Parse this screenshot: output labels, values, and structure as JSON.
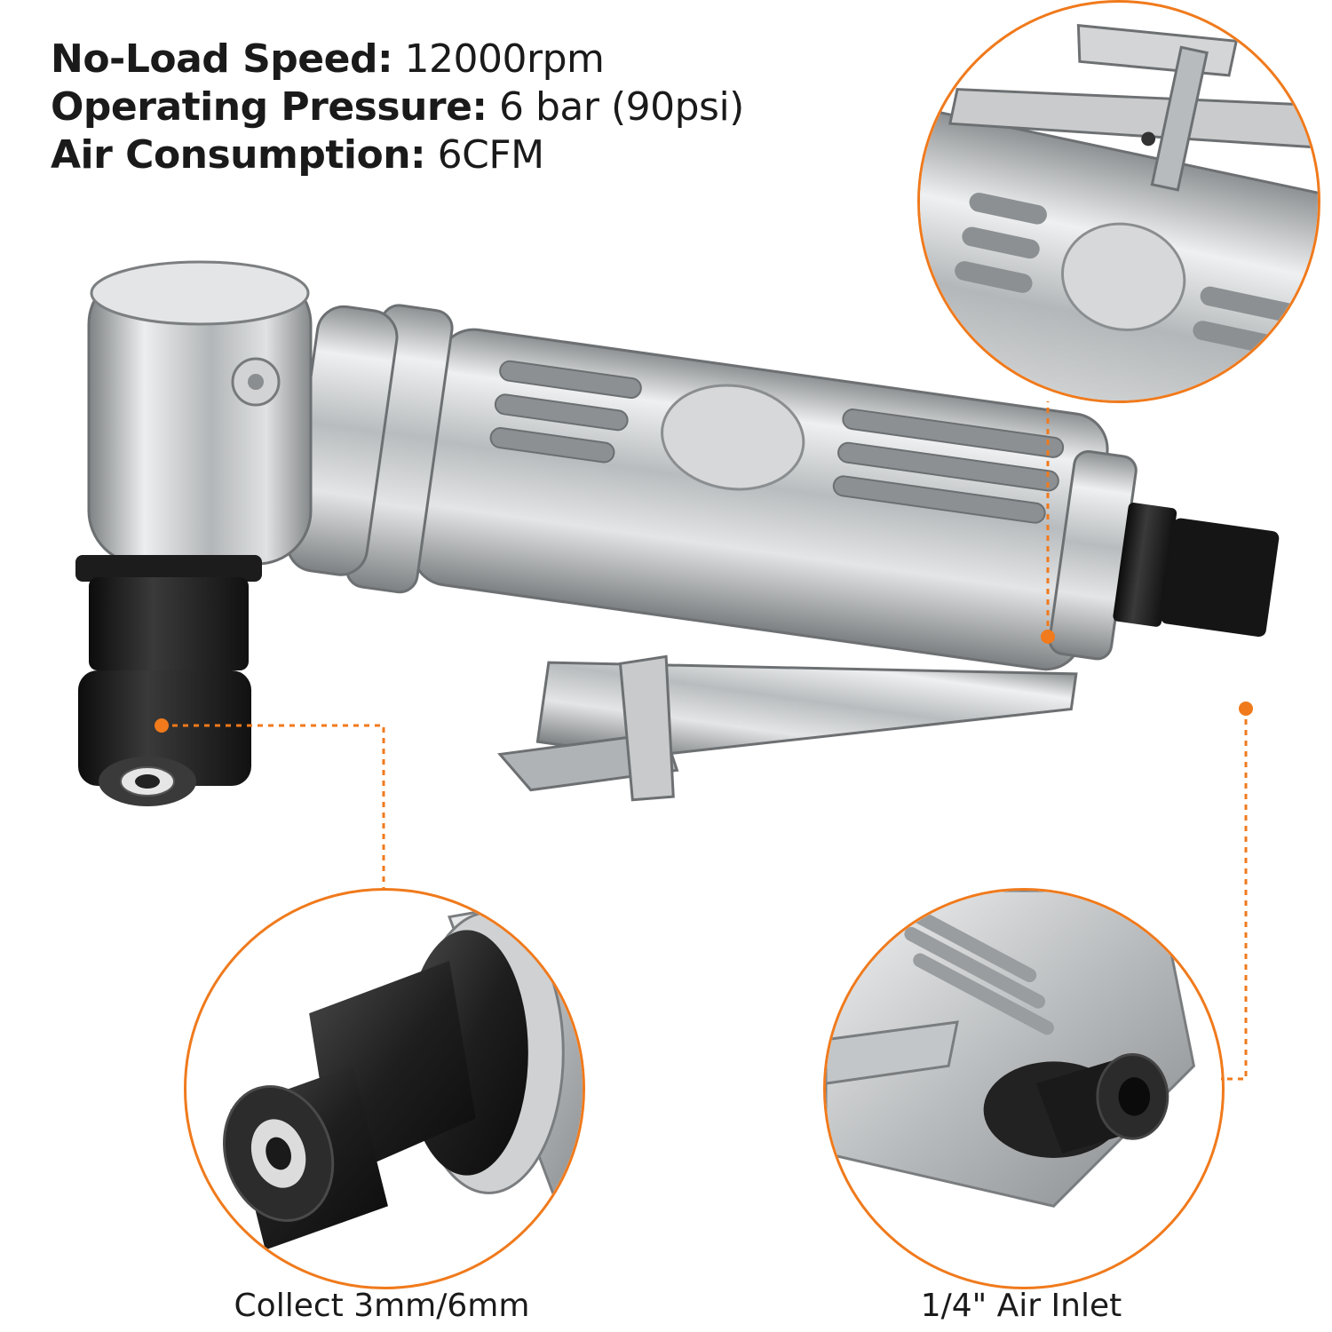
{
  "specs": [
    {
      "label": "No-Load Speed:",
      "value": " 12000rpm"
    },
    {
      "label": "Operating Pressure:",
      "value": " 6 bar (90psi)"
    },
    {
      "label": "Air Consumption:",
      "value": " 6CFM"
    }
  ],
  "callouts": {
    "collet": "Collect 3mm/6mm",
    "inlet": "1/4\" Air Inlet"
  },
  "colors": {
    "accent": "#f07a1c",
    "text": "#1a1a1a",
    "metal": "#c4c6c8",
    "black_part": "#1c1c1c"
  }
}
